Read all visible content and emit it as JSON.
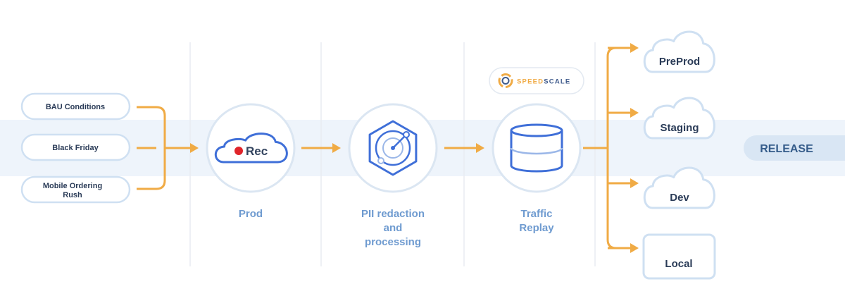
{
  "colors": {
    "band": "#eef4fb",
    "arrow": "#f0ab45",
    "accent_blue": "#3f6fd8",
    "label_blue": "#6f9bd0",
    "dark_text": "#2a3b57",
    "pill_border": "#cfe0f2",
    "rec_dot": "#e0242a",
    "divider": "#e8ecf2",
    "release_bg": "#d9e6f4"
  },
  "inputs": [
    {
      "lines": [
        "BAU Conditions"
      ]
    },
    {
      "lines": [
        "Black Friday"
      ]
    },
    {
      "lines": [
        "Mobile Ordering",
        "Rush"
      ]
    }
  ],
  "stages": [
    {
      "id": "prod",
      "icon": "cloud-rec-icon",
      "badge": "Rec",
      "label_lines": [
        "Prod"
      ]
    },
    {
      "id": "pii",
      "icon": "hexagon-radar-icon",
      "label_lines": [
        "PII redaction",
        "and",
        "processing"
      ]
    },
    {
      "id": "replay",
      "icon": "database-icon",
      "label_lines": [
        "Traffic",
        "Replay"
      ]
    }
  ],
  "brand": {
    "text": "SPEEDSCALE",
    "highlight": "SPEED",
    "icon": "speedscale-logo-icon"
  },
  "targets": [
    {
      "label": "PreProd",
      "shape": "cloud"
    },
    {
      "label": "Staging",
      "shape": "cloud"
    },
    {
      "label": "Dev",
      "shape": "cloud"
    },
    {
      "label": "Local",
      "shape": "box"
    }
  ],
  "release": {
    "label": "RELEASE"
  }
}
